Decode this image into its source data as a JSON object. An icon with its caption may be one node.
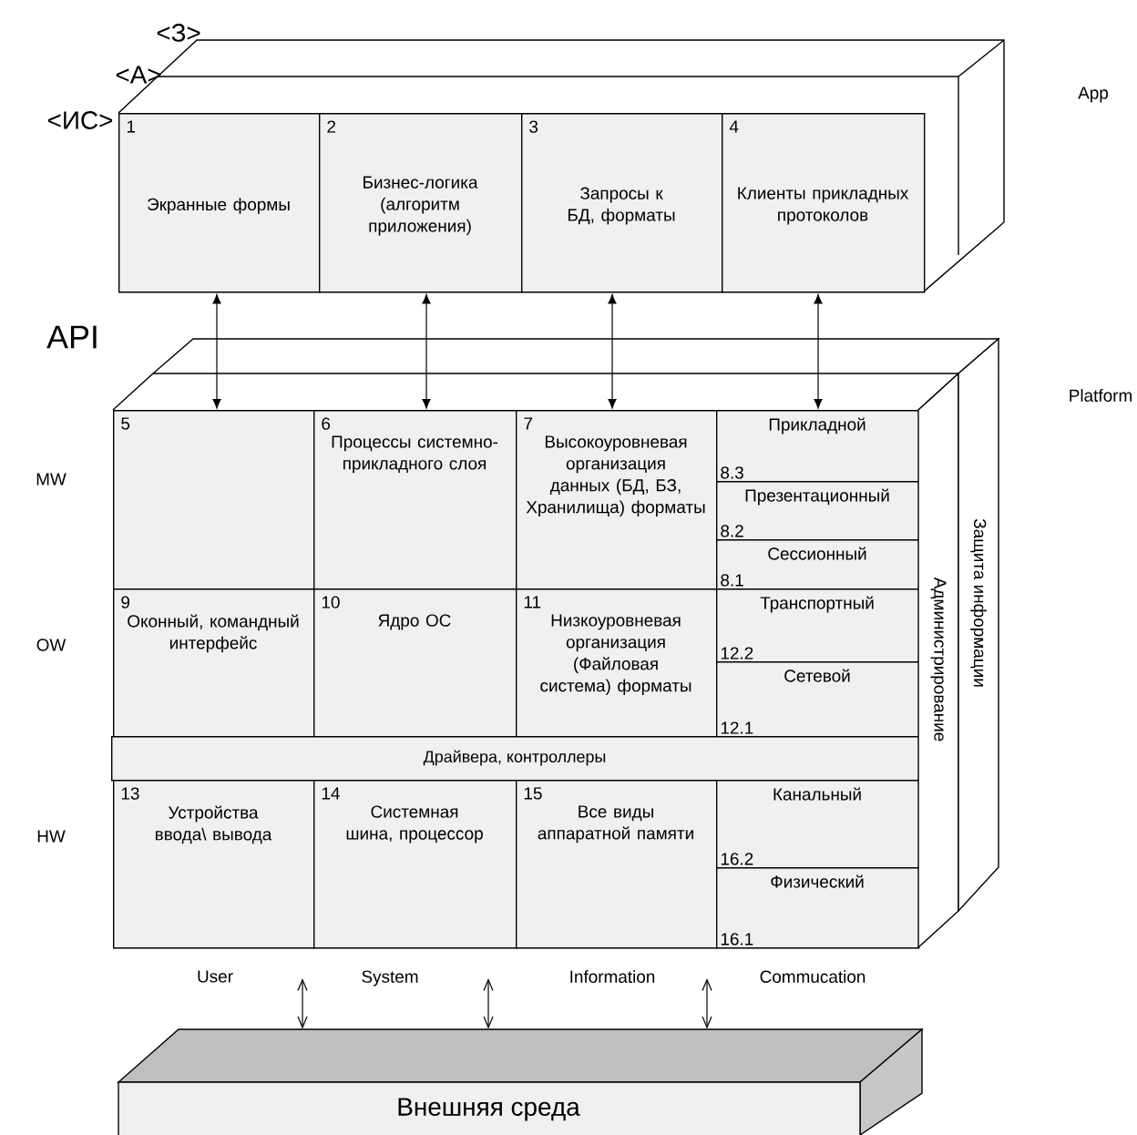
{
  "diagram": {
    "nodes": [
      {
        "text": [
          "1",
          "Экранные формы"
        ]
      },
      {
        "text": [
          "2",
          "Бизнес-логика (алгоритм приложения)"
        ]
      },
      {
        "text": [
          "3",
          "Запросы к БД, форматы"
        ]
      },
      {
        "text": [
          "4",
          "Клиенты прикладных протоколов"
        ]
      },
      {
        "text": [
          "5"
        ]
      },
      {
        "text": [
          "6",
          "Процессы системно-прикладного слоя"
        ]
      },
      {
        "text": [
          "7",
          "Высокоуровневая организация данных (БД, БЗ, Хранилища) форматы"
        ]
      },
      {
        "text": [
          "Прикладной",
          "8.3"
        ]
      },
      {
        "text": [
          "Презентационный",
          "8.2"
        ]
      },
      {
        "text": [
          "Сессионный",
          "8.1"
        ]
      },
      {
        "text": [
          "9",
          "Оконный, командный интерфейс"
        ]
      },
      {
        "text": [
          "10",
          "Ядро ОС"
        ]
      },
      {
        "text": [
          "11",
          "Низкоуровневая организация (Файловая система) форматы"
        ]
      },
      {
        "text": [
          "Транспортный",
          "12.2"
        ]
      },
      {
        "text": [
          "Сетевой",
          "12.1"
        ]
      },
      {
        "text": [
          "Драйвера, контроллеры"
        ]
      },
      {
        "text": [
          "13",
          "Устройства ввода\\ вывода"
        ]
      },
      {
        "text": [
          "14",
          "Системная шина, процессор"
        ]
      },
      {
        "text": [
          "15",
          "Все виды аппаратной памяти"
        ]
      },
      {
        "text": [
          "Канальный",
          "16.2"
        ]
      },
      {
        "text": [
          "Физический",
          "16.1"
        ]
      },
      {
        "text": [
          "Администрирование"
        ]
      },
      {
        "text": [
          "Защита информации"
        ]
      },
      {
        "text": [
          "Внешняя среда"
        ]
      }
    ],
    "edges": [
      {
        "from": 0,
        "to": 4,
        "arrow": "both"
      },
      {
        "from": 1,
        "to": 5,
        "arrow": "both"
      },
      {
        "from": 2,
        "to": 6,
        "arrow": "both"
      },
      {
        "from": 3,
        "to": 7,
        "arrow": "both"
      },
      {
        "from": null,
        "to": 23,
        "arrow": "both"
      },
      {
        "from": null,
        "to": 23,
        "arrow": "both"
      },
      {
        "from": null,
        "to": 23,
        "arrow": "both"
      }
    ],
    "labels": [
      "<З>",
      "<А>",
      "<ИС>",
      "App",
      "API",
      "Platform",
      "MW",
      "OW",
      "HW",
      "User",
      "System",
      "Information",
      "Commucation"
    ]
  }
}
